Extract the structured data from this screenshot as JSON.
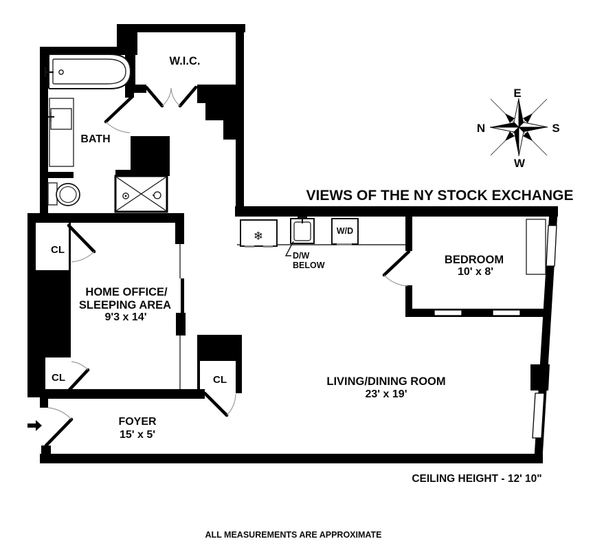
{
  "title_note": "VIEWS OF THE NY STOCK EXCHANGE",
  "labels": {
    "wic": "W.I.C.",
    "bath": "BATH",
    "home_office_line1": "HOME OFFICE/",
    "home_office_line2": "SLEEPING AREA",
    "home_office_dims": "9'3 x 14'",
    "closet_upper_left": "CL",
    "closet_lower_left": "CL",
    "closet_right": "CL",
    "foyer": "FOYER",
    "foyer_dims": "15' x 5'",
    "bedroom": "BEDROOM",
    "bedroom_dims": "10' x 8'",
    "living": "LIVING/DINING ROOM",
    "living_dims": "23' x 19'",
    "washer_dryer": "W/D",
    "dishwasher_line1": "D/W",
    "dishwasher_line2": "BELOW",
    "ceiling": "CEILING HEIGHT - 12' 10\"",
    "disclaimer": "ALL MEASUREMENTS ARE APPROXIMATE",
    "snowflake_icon": "❄"
  },
  "compass": {
    "top": "E",
    "right": "S",
    "bottom": "W",
    "left": "N"
  },
  "colors": {
    "wall": "#000000",
    "background": "#ffffff",
    "door_arc": "#9a9a9a"
  }
}
